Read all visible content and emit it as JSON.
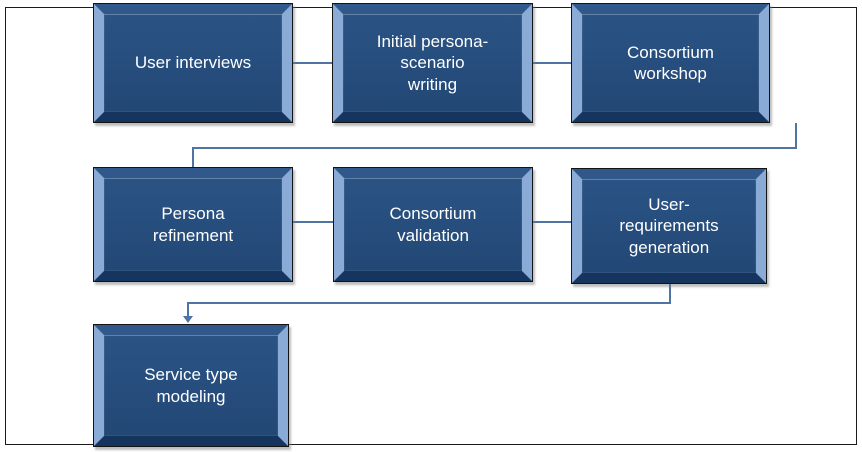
{
  "figure": {
    "type": "flowchart",
    "background": "#ffffff",
    "frame_border_color": "#1b1b1b",
    "node_fill": "#24497B",
    "node_bevel_highlight": "#8aabd6",
    "node_text_color": "#ffffff",
    "connector_color": "#4e73a4",
    "nodes": [
      {
        "id": "user-interviews",
        "label": "User interviews"
      },
      {
        "id": "initial-persona-scenario-writing",
        "label": "Initial persona-\nscenario\nwriting"
      },
      {
        "id": "consortium-workshop",
        "label": "Consortium\nworkshop"
      },
      {
        "id": "persona-refinement",
        "label": "Persona\nrefinement"
      },
      {
        "id": "consortium-validation",
        "label": "Consortium\nvalidation"
      },
      {
        "id": "user-requirements-generation",
        "label": "User-\nrequirements\ngeneration"
      },
      {
        "id": "service-type-modeling",
        "label": "Service type\nmodeling"
      }
    ],
    "edges": [
      {
        "from": "user-interviews",
        "to": "initial-persona-scenario-writing"
      },
      {
        "from": "initial-persona-scenario-writing",
        "to": "consortium-workshop"
      },
      {
        "from": "consortium-workshop",
        "to": "persona-refinement"
      },
      {
        "from": "persona-refinement",
        "to": "consortium-validation"
      },
      {
        "from": "consortium-validation",
        "to": "user-requirements-generation"
      },
      {
        "from": "user-requirements-generation",
        "to": "service-type-modeling",
        "arrow": true
      }
    ]
  }
}
